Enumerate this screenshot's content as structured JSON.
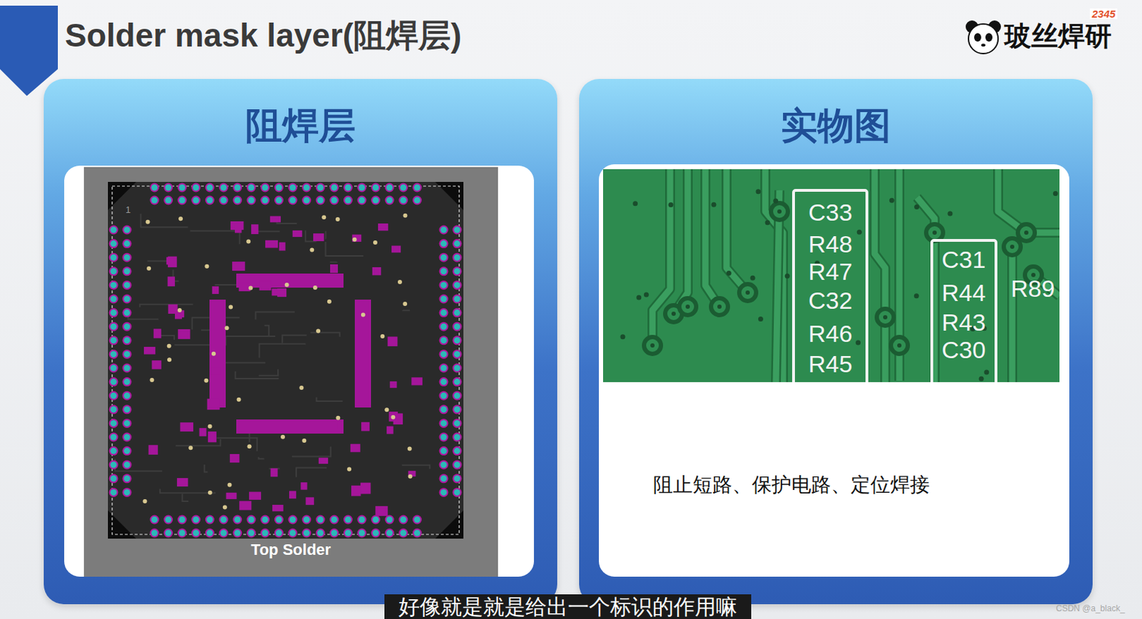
{
  "diagram": {
    "title": "Solder mask layer(阻焊层)",
    "nodes": [
      {
        "text": [
          "阻焊层"
        ]
      },
      {
        "text": [
          "Top Solder"
        ],
        "in": 0
      },
      {
        "text": [
          "实物图"
        ]
      },
      {
        "text": [
          "阻止短路、保护电路、定位焊接"
        ],
        "in": 2
      }
    ],
    "labels": [
      "2345",
      "玻丝焊研",
      "1",
      "C33",
      "R48",
      "R47",
      "C32",
      "R46",
      "R45",
      "C31",
      "R44",
      "R43",
      "C30",
      "R89",
      "好像就是就是给出一个标识的作用嘛",
      "CSDN @a_black_"
    ]
  }
}
